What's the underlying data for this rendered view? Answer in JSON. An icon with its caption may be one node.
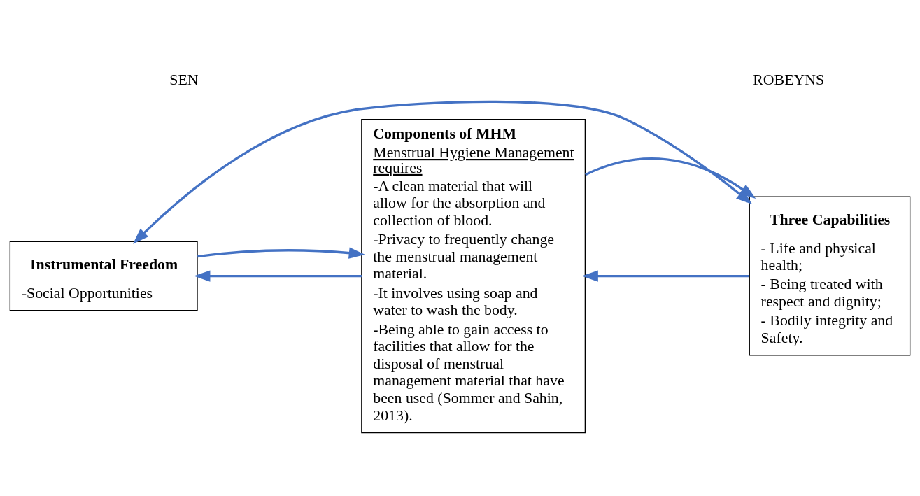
{
  "diagram": {
    "nodes": [
      {
        "text": [
          "Instrumental Freedom",
          "-Social Opportunities"
        ]
      },
      {
        "text": [
          "Components of MHM",
          "Menstrual Hygiene Management requires",
          "-A clean material that will allow for the absorption and collection of blood.",
          "-Privacy to frequently change the menstrual management material.",
          "-It involves using soap and water to wash the body.",
          "-Being able to gain access to facilities that allow for the disposal of menstrual management material that have been used (Sommer and Sahin, 2013)."
        ]
      },
      {
        "text": [
          "Three Capabilities",
          "- Life and physical health;",
          "- Being treated with respect and dignity;",
          "- Bodily integrity and Safety."
        ]
      }
    ],
    "edges": [
      {
        "from": 1,
        "to": 0,
        "arrow": "to"
      },
      {
        "from": 0,
        "to": 1,
        "arrow": "to"
      },
      {
        "from": 2,
        "to": 1,
        "arrow": "to"
      },
      {
        "from": 1,
        "to": 2,
        "arrow": "to"
      },
      {
        "from": 0,
        "to": 2,
        "arrow": "both"
      }
    ],
    "labels": [
      "SEN",
      "ROBEYNS"
    ]
  }
}
